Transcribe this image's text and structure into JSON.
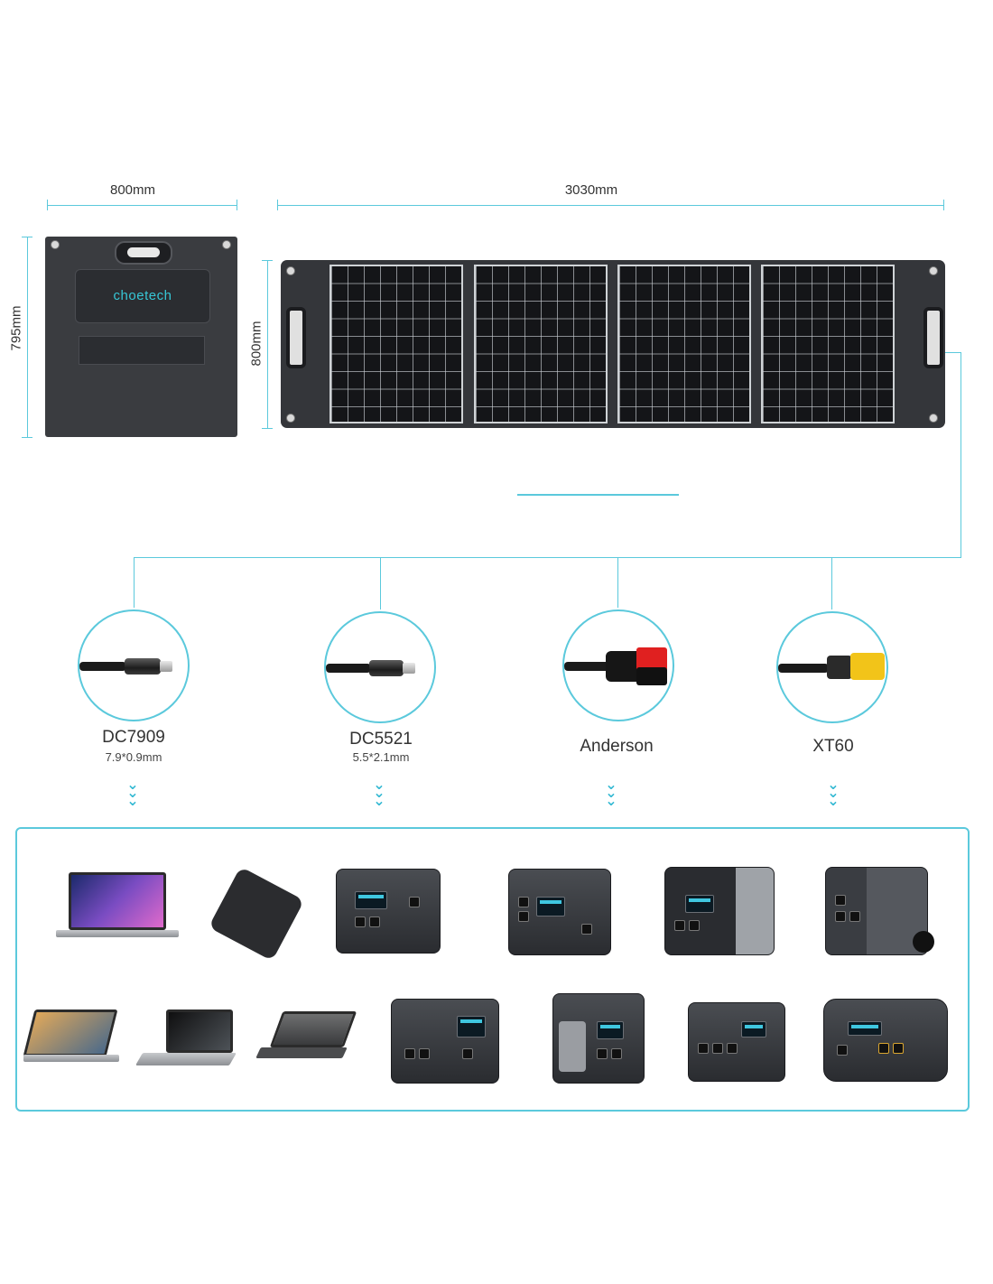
{
  "dimensions": {
    "bag_width": "800mm",
    "bag_height": "795mm",
    "panel_length": "3030mm",
    "panel_height": "800mm"
  },
  "brand": {
    "logo_text": "choetech"
  },
  "connectors": [
    {
      "name": "DC7909",
      "size": "7.9*0.9mm",
      "icon": "barrel-plug-icon"
    },
    {
      "name": "DC5521",
      "size": "5.5*2.1mm",
      "icon": "barrel-plug-icon"
    },
    {
      "name": "Anderson",
      "size": "",
      "icon": "anderson-connector-icon"
    },
    {
      "name": "XT60",
      "size": "",
      "icon": "xt60-connector-icon"
    }
  ],
  "colors": {
    "accent": "#5bc9dc",
    "panel": "#34363a",
    "brand_teal": "#37c7d6"
  },
  "devices": {
    "row1": [
      "laptop-pro14",
      "power-bank",
      "power-station",
      "power-station",
      "power-station",
      "power-station-large"
    ],
    "row2": [
      "convertible-laptop",
      "laptop",
      "laptop",
      "power-station",
      "power-station",
      "power-station",
      "power-station"
    ]
  }
}
